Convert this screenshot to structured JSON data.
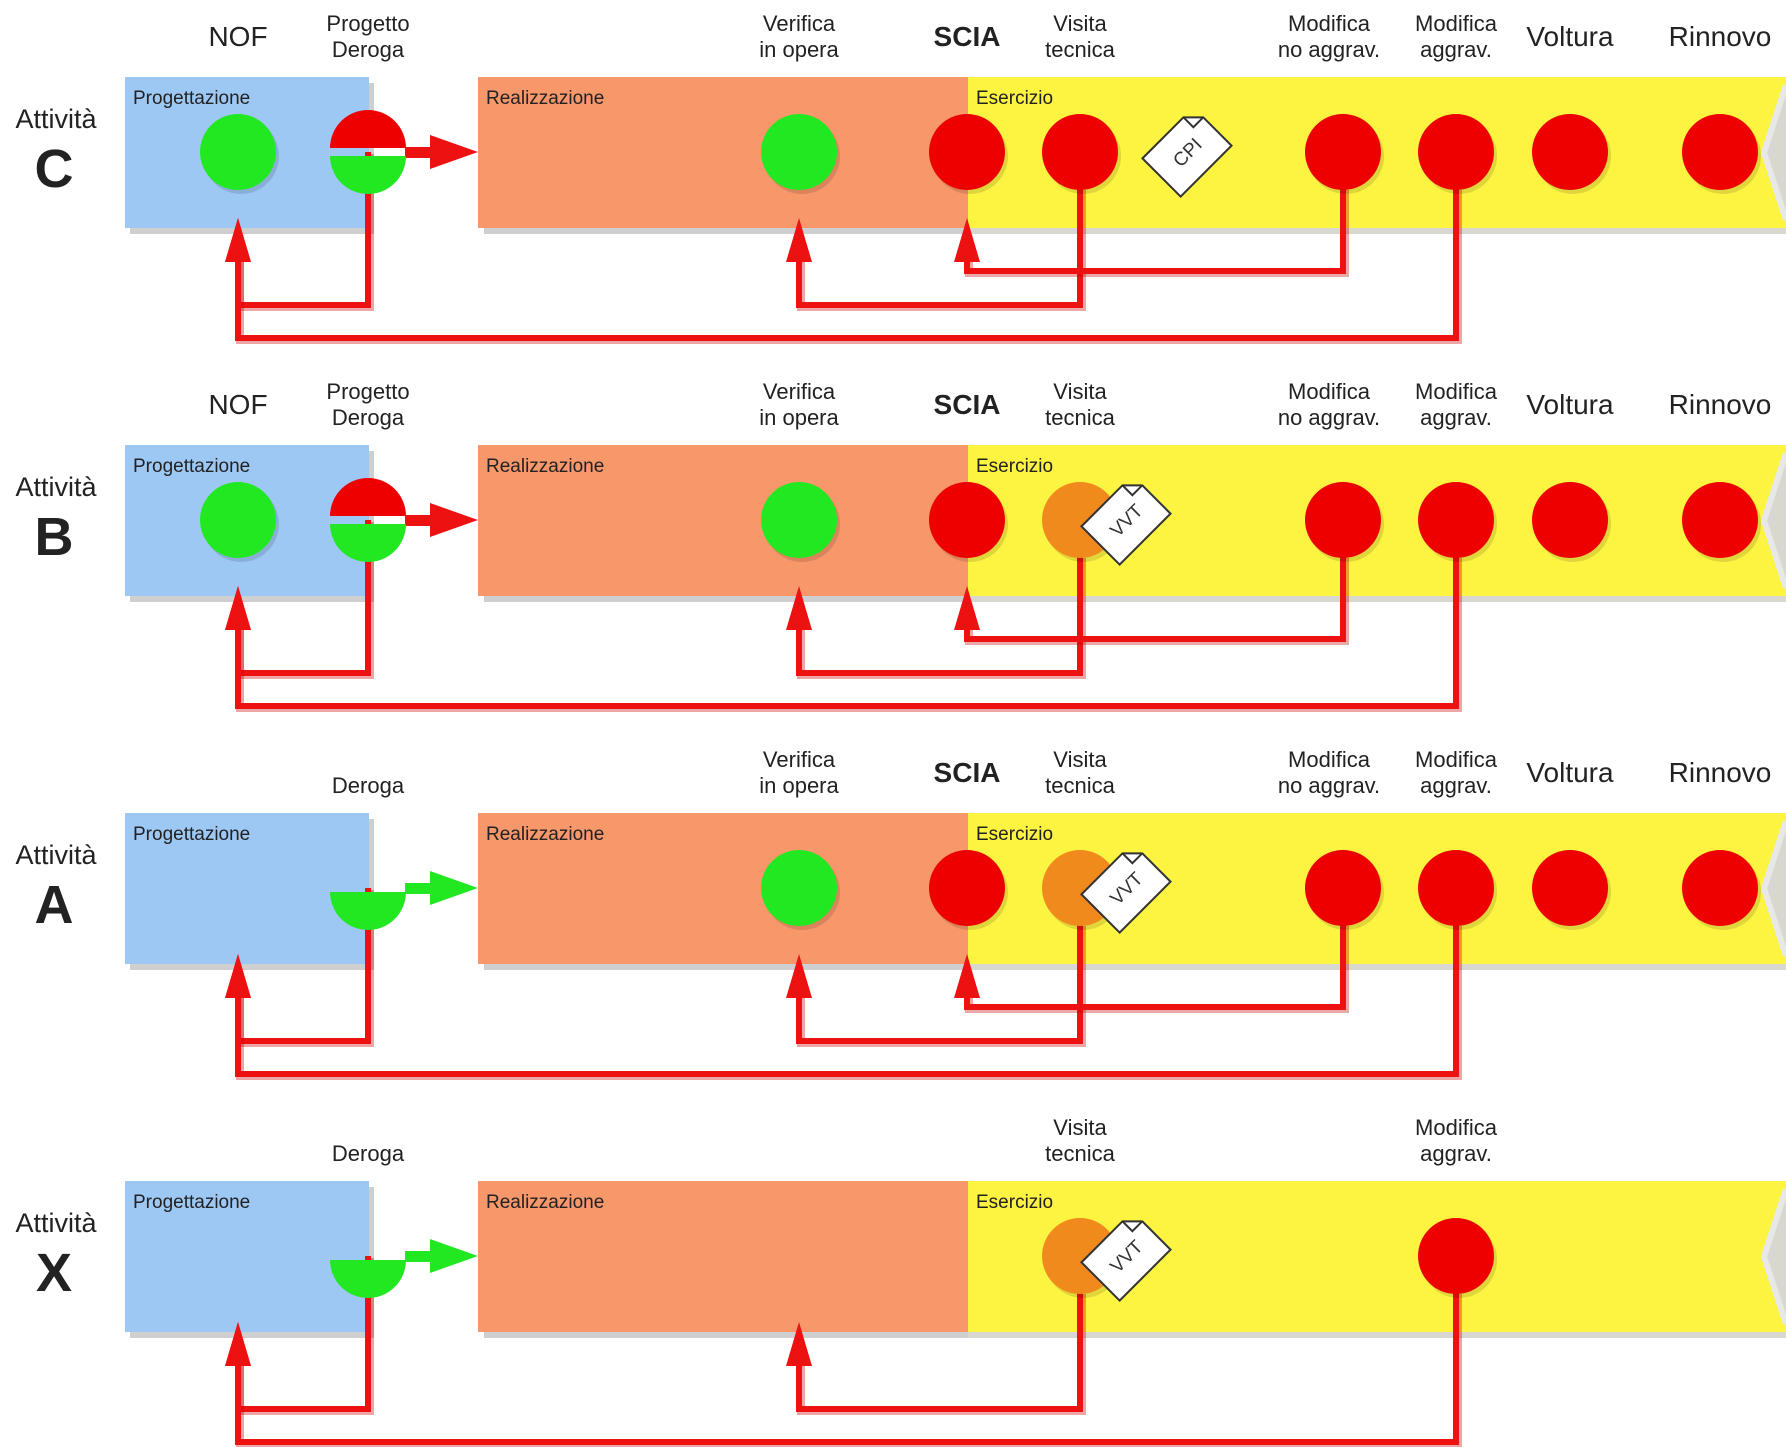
{
  "rows": [
    {
      "prefix": "Attività",
      "letter": "C",
      "headers": [
        {
          "id": "nof",
          "lines": [
            "NOF"
          ],
          "style": "large"
        },
        {
          "id": "progetto",
          "lines": [
            "Progetto",
            "Deroga"
          ],
          "style": "small"
        },
        {
          "id": "verifica",
          "lines": [
            "Verifica",
            "in opera"
          ],
          "style": "small"
        },
        {
          "id": "scia",
          "lines": [
            "SCIA"
          ],
          "style": "bold"
        },
        {
          "id": "visita",
          "lines": [
            "Visita",
            "tecnica"
          ],
          "style": "small"
        },
        {
          "id": "mod_no",
          "lines": [
            "Modifica",
            "no aggrav."
          ],
          "style": "small"
        },
        {
          "id": "mod_ag",
          "lines": [
            "Modifica",
            "aggrav."
          ],
          "style": "small"
        },
        {
          "id": "voltura",
          "lines": [
            "Voltura"
          ],
          "style": "large"
        },
        {
          "id": "rinnovo",
          "lines": [
            "Rinnovo"
          ],
          "style": "large"
        }
      ],
      "phases": [
        "Progettazione",
        "Realizzazione",
        "Esercizio"
      ],
      "nodes": [
        {
          "at": "nof",
          "kind": "full",
          "color": "green"
        },
        {
          "at": "progetto",
          "kind": "split"
        },
        {
          "at": "verifica",
          "kind": "full",
          "color": "green"
        },
        {
          "at": "scia",
          "kind": "full",
          "color": "red"
        },
        {
          "at": "visita",
          "kind": "full",
          "color": "red"
        },
        {
          "at": "mod_no",
          "kind": "full",
          "color": "red"
        },
        {
          "at": "mod_ag",
          "kind": "full",
          "color": "red"
        },
        {
          "at": "voltura",
          "kind": "full",
          "color": "red"
        },
        {
          "at": "rinnovo",
          "kind": "full",
          "color": "red"
        }
      ],
      "doc": {
        "label": "CPI",
        "at": "cpi"
      },
      "arrow": "red",
      "loops": [
        {
          "from": "progetto",
          "to": "nof",
          "level": 1
        },
        {
          "from": "visita",
          "to": "verifica",
          "level": 1
        },
        {
          "from": "mod_no",
          "to": "scia",
          "level": 0
        },
        {
          "from": "mod_ag",
          "to": "nof",
          "level": 2
        }
      ]
    },
    {
      "prefix": "Attività",
      "letter": "B",
      "headers": [
        {
          "id": "nof",
          "lines": [
            "NOF"
          ],
          "style": "large"
        },
        {
          "id": "progetto",
          "lines": [
            "Progetto",
            "Deroga"
          ],
          "style": "small"
        },
        {
          "id": "verifica",
          "lines": [
            "Verifica",
            "in opera"
          ],
          "style": "small"
        },
        {
          "id": "scia",
          "lines": [
            "SCIA"
          ],
          "style": "bold"
        },
        {
          "id": "visita",
          "lines": [
            "Visita",
            "tecnica"
          ],
          "style": "small"
        },
        {
          "id": "mod_no",
          "lines": [
            "Modifica",
            "no aggrav."
          ],
          "style": "small"
        },
        {
          "id": "mod_ag",
          "lines": [
            "Modifica",
            "aggrav."
          ],
          "style": "small"
        },
        {
          "id": "voltura",
          "lines": [
            "Voltura"
          ],
          "style": "large"
        },
        {
          "id": "rinnovo",
          "lines": [
            "Rinnovo"
          ],
          "style": "large"
        }
      ],
      "phases": [
        "Progettazione",
        "Realizzazione",
        "Esercizio"
      ],
      "nodes": [
        {
          "at": "nof",
          "kind": "full",
          "color": "green"
        },
        {
          "at": "progetto",
          "kind": "split"
        },
        {
          "at": "verifica",
          "kind": "full",
          "color": "green"
        },
        {
          "at": "scia",
          "kind": "full",
          "color": "red"
        },
        {
          "at": "visita",
          "kind": "full",
          "color": "orange"
        },
        {
          "at": "mod_no",
          "kind": "full",
          "color": "red"
        },
        {
          "at": "mod_ag",
          "kind": "full",
          "color": "red"
        },
        {
          "at": "voltura",
          "kind": "full",
          "color": "red"
        },
        {
          "at": "rinnovo",
          "kind": "full",
          "color": "red"
        }
      ],
      "doc": {
        "label": "VVT",
        "at": "vvt"
      },
      "arrow": "red",
      "loops": [
        {
          "from": "progetto",
          "to": "nof",
          "level": 1
        },
        {
          "from": "visita",
          "to": "verifica",
          "level": 1
        },
        {
          "from": "mod_no",
          "to": "scia",
          "level": 0
        },
        {
          "from": "mod_ag",
          "to": "nof",
          "level": 2
        }
      ]
    },
    {
      "prefix": "Attività",
      "letter": "A",
      "headers": [
        {
          "id": "progetto",
          "lines": [
            "Deroga"
          ],
          "style": "small"
        },
        {
          "id": "verifica",
          "lines": [
            "Verifica",
            "in opera"
          ],
          "style": "small"
        },
        {
          "id": "scia",
          "lines": [
            "SCIA"
          ],
          "style": "bold"
        },
        {
          "id": "visita",
          "lines": [
            "Visita",
            "tecnica"
          ],
          "style": "small"
        },
        {
          "id": "mod_no",
          "lines": [
            "Modifica",
            "no aggrav."
          ],
          "style": "small"
        },
        {
          "id": "mod_ag",
          "lines": [
            "Modifica",
            "aggrav."
          ],
          "style": "small"
        },
        {
          "id": "voltura",
          "lines": [
            "Voltura"
          ],
          "style": "large"
        },
        {
          "id": "rinnovo",
          "lines": [
            "Rinnovo"
          ],
          "style": "large"
        }
      ],
      "phases": [
        "Progettazione",
        "Realizzazione",
        "Esercizio"
      ],
      "nodes": [
        {
          "at": "progetto",
          "kind": "half"
        },
        {
          "at": "verifica",
          "kind": "full",
          "color": "green"
        },
        {
          "at": "scia",
          "kind": "full",
          "color": "red"
        },
        {
          "at": "visita",
          "kind": "full",
          "color": "orange"
        },
        {
          "at": "mod_no",
          "kind": "full",
          "color": "red"
        },
        {
          "at": "mod_ag",
          "kind": "full",
          "color": "red"
        },
        {
          "at": "voltura",
          "kind": "full",
          "color": "red"
        },
        {
          "at": "rinnovo",
          "kind": "full",
          "color": "red"
        }
      ],
      "doc": {
        "label": "VVT",
        "at": "vvt"
      },
      "arrow": "green",
      "loops": [
        {
          "from": "progetto",
          "to": "nof",
          "level": 1
        },
        {
          "from": "visita",
          "to": "verifica",
          "level": 1
        },
        {
          "from": "mod_no",
          "to": "scia",
          "level": 0
        },
        {
          "from": "mod_ag",
          "to": "nof",
          "level": 2
        }
      ]
    },
    {
      "prefix": "Attività",
      "letter": "X",
      "headers": [
        {
          "id": "progetto",
          "lines": [
            "Deroga"
          ],
          "style": "small"
        },
        {
          "id": "visita",
          "lines": [
            "Visita",
            "tecnica"
          ],
          "style": "small"
        },
        {
          "id": "mod_ag",
          "lines": [
            "Modifica",
            "aggrav."
          ],
          "style": "small"
        }
      ],
      "phases": [
        "Progettazione",
        "Realizzazione",
        "Esercizio"
      ],
      "nodes": [
        {
          "at": "progetto",
          "kind": "half"
        },
        {
          "at": "visita",
          "kind": "full",
          "color": "orange"
        },
        {
          "at": "mod_ag",
          "kind": "full",
          "color": "red"
        }
      ],
      "doc": {
        "label": "VVT",
        "at": "vvt"
      },
      "arrow": "green",
      "loops": [
        {
          "from": "progetto",
          "to": "nof",
          "level": 1
        },
        {
          "from": "visita",
          "to": "verifica",
          "level": 1
        },
        {
          "from": "mod_ag",
          "to": "nof",
          "level": 2
        }
      ]
    }
  ],
  "colors": {
    "green": "#22e822",
    "red": "#ee0000",
    "orange": "#f08a1c",
    "line": "#ee1111",
    "progettazione": "#9ec8f4",
    "realizzazione": "#f7976a",
    "esercizio": "#fdf442"
  }
}
